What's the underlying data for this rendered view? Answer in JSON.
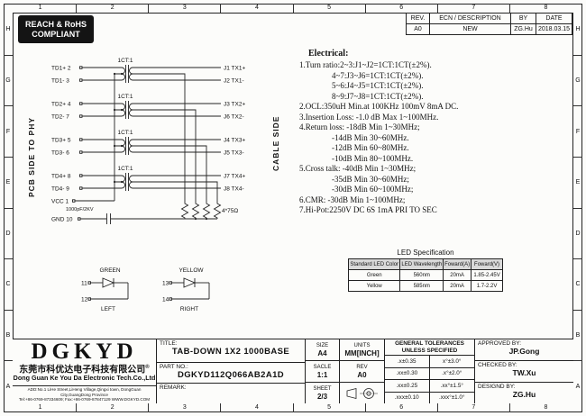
{
  "grid": {
    "cols": [
      "1",
      "2",
      "3",
      "4",
      "5",
      "6",
      "7",
      "8"
    ],
    "rows": [
      "H",
      "G",
      "F",
      "E",
      "D",
      "C",
      "B",
      "A"
    ]
  },
  "compliance": {
    "line1": "REACH & RoHS",
    "line2": "COMPLIANT"
  },
  "revision": {
    "headers": [
      "REV.",
      "ECN / DESCRIPTION",
      "BY",
      "DATE"
    ],
    "rows": [
      [
        "A0",
        "NEW",
        "ZG.Hu",
        "2018.03.15"
      ]
    ]
  },
  "schematic": {
    "pcb_side_label": "PCB SIDE TO PHY",
    "cable_side_label": "CABLE SIDE",
    "transformer_label": "1CT:1",
    "left_pins": [
      "TD1+ 2",
      "TD1- 3",
      "TD2+ 4",
      "TD2- 7",
      "TD3+ 5",
      "TD3- 6",
      "TD4+ 8",
      "TD4- 9"
    ],
    "right_pins": [
      "J1 TX1+",
      "J2 TX1-",
      "J3 TX2+",
      "J6 TX2-",
      "J4 TX3+",
      "J5 TX3-",
      "J7 TX4+",
      "J8 TX4-"
    ],
    "vcc_pin": "VCC 1",
    "gnd_pin": "GND 10",
    "capacitor_label": "1000pF/2KV",
    "resistor_label": "4*75Ω"
  },
  "leds": {
    "green": {
      "name": "GREEN",
      "pin_anode": "11",
      "pin_cathode": "12",
      "position": "LEFT"
    },
    "yellow": {
      "name": "YELLOW",
      "pin_anode": "13",
      "pin_cathode": "14",
      "position": "RIGHT"
    }
  },
  "electrical": {
    "title": "Electrical:",
    "lines": [
      "1.Turn ratio:2~3:J1~J2=1CT:1CT(±2%).",
      "                4~7:J3~J6=1CT:1CT(±2%).",
      "                5~6:J4~J5=1CT:1CT(±2%).",
      "                8~9:J7~J8=1CT:1CT(±2%).",
      "2.OCL:350uH Min.at 100KHz 100mV 8mA DC.",
      "3.Insertion Loss: -1.0 dB Max 1~100MHz.",
      "4.Return loss: -18dB Min 1~30MHz;",
      "                -14dB Min 30~60MHz.",
      "                -12dB Min 60~80MHz.",
      "                -10dB Min 80~100MHz.",
      "5.Cross talk: -40dB Min 1~30MHz;",
      "                -35dB Min 30~60MHz;",
      "                -30dB Min 60~100MHz;",
      "6.CMR: -30dB Min 1~100MHz;",
      "7.Hi-Pot:2250V DC 6S 1mA PRI TO SEC"
    ]
  },
  "led_spec": {
    "title": "LED Specification",
    "headers": [
      "Standard LED Color",
      "LED Wavelength",
      "Foward(A)",
      "Foward(V)"
    ],
    "rows": [
      [
        "Green",
        "560nm",
        "20mA",
        "1.85-2.45V"
      ],
      [
        "Yellow",
        "585nm",
        "20mA",
        "1.7-2.2V"
      ]
    ]
  },
  "title_block": {
    "logo": "DGKYD",
    "company_cn": "东莞市科优达电子科技有限公司",
    "reg": "®",
    "company_en": "Dong Guan Ke You Da Electronic Tech.Co.,Ltd",
    "addr1": "ADD:No.1 LiHe Street,LiHeng Village,Qingxi town, DongGuan City,GuangDong Province",
    "addr2": "Tel:+86-0769-87334609; Fax:+86-0769-87847129  WWW.DGKYD.COM",
    "title_label": "TITLE:",
    "title_value": "TAB-DOWN 1X2 1000BASE",
    "part_label": "PART NO.:",
    "part_value": "DGKYD112Q066AB2A1D",
    "remark_label": "REMARK:",
    "size_label": "SIZE",
    "size_value": "A4",
    "scale_label": "SACLE",
    "scale_value": "1:1",
    "sheet_label": "SHEET",
    "sheet_value": "2/3",
    "units_label": "UNITS",
    "units_value": "MM[INCH]",
    "rev_label": "REV",
    "rev_value": "A0",
    "tol_title1": "GENERAL TOLERANCES",
    "tol_title2": "UNLESS SPECIFIED",
    "tol": [
      [
        ".x±0.35",
        "x°±3.0°"
      ],
      [
        ".xx±0.30",
        ".x°±2.0°"
      ],
      [
        ".xx±0.25",
        ".xx°±1.5°"
      ],
      [
        ".xxx±0.10",
        ".xxx°±1.0°"
      ]
    ],
    "approved_label": "APPROVED BY:",
    "approved_value": "JP.Gong",
    "checked_label": "CHECKED BY:",
    "checked_value": "TW.Xu",
    "designed_label": "DESIGND BY:",
    "designed_value": "ZG.Hu"
  },
  "colors": {
    "line": "#222222",
    "table_header_fill": "#d9d9d9",
    "compliance_bg": "#141414",
    "paper": "#fcfcfa"
  }
}
